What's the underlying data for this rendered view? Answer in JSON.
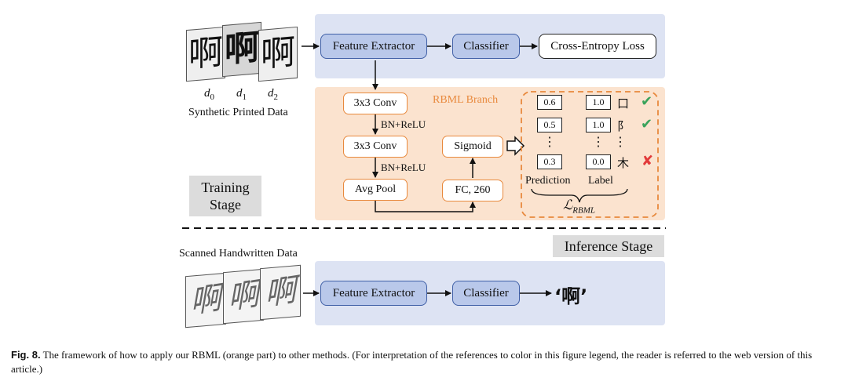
{
  "training": {
    "input_glyphs": [
      "啊",
      "啊",
      "啊"
    ],
    "domain_labels": [
      "d0",
      "d1",
      "d2"
    ],
    "domain_sub": [
      "0",
      "1",
      "2"
    ],
    "input_caption": "Synthetic Printed Data",
    "feature_extractor": "Feature Extractor",
    "classifier": "Classifier",
    "loss": "Cross-Entropy Loss",
    "stage_label_line1": "Training",
    "stage_label_line2": "Stage"
  },
  "rbml": {
    "title": "RBML Branch",
    "conv1": "3x3 Conv",
    "bnrelu1": "BN+ReLU",
    "conv2": "3x3 Conv",
    "bnrelu2": "BN+ReLU",
    "avgpool": "Avg Pool",
    "fc": "FC, 260",
    "sigmoid": "Sigmoid",
    "predictions": [
      "0.6",
      "0.5",
      "0.3"
    ],
    "labels": [
      "1.0",
      "1.0",
      "0.0"
    ],
    "radicals": [
      "口",
      "阝",
      "木"
    ],
    "prediction_caption": "Prediction",
    "label_caption": "Label",
    "loss_symbol": "ℒ",
    "loss_sub": "RBML"
  },
  "inference": {
    "stage_label": "Inference Stage",
    "input_caption": "Scanned Handwritten Data",
    "input_glyphs": [
      "啊",
      "啊",
      "啊"
    ],
    "feature_extractor": "Feature Extractor",
    "classifier": "Classifier",
    "output": "‘啊’"
  },
  "caption": {
    "label": "Fig. 8.",
    "text": " The framework of how to apply our RBML (orange part) to other methods. (For interpretation of the references to color in this figure legend, the reader is referred to the web version of this article.)"
  }
}
